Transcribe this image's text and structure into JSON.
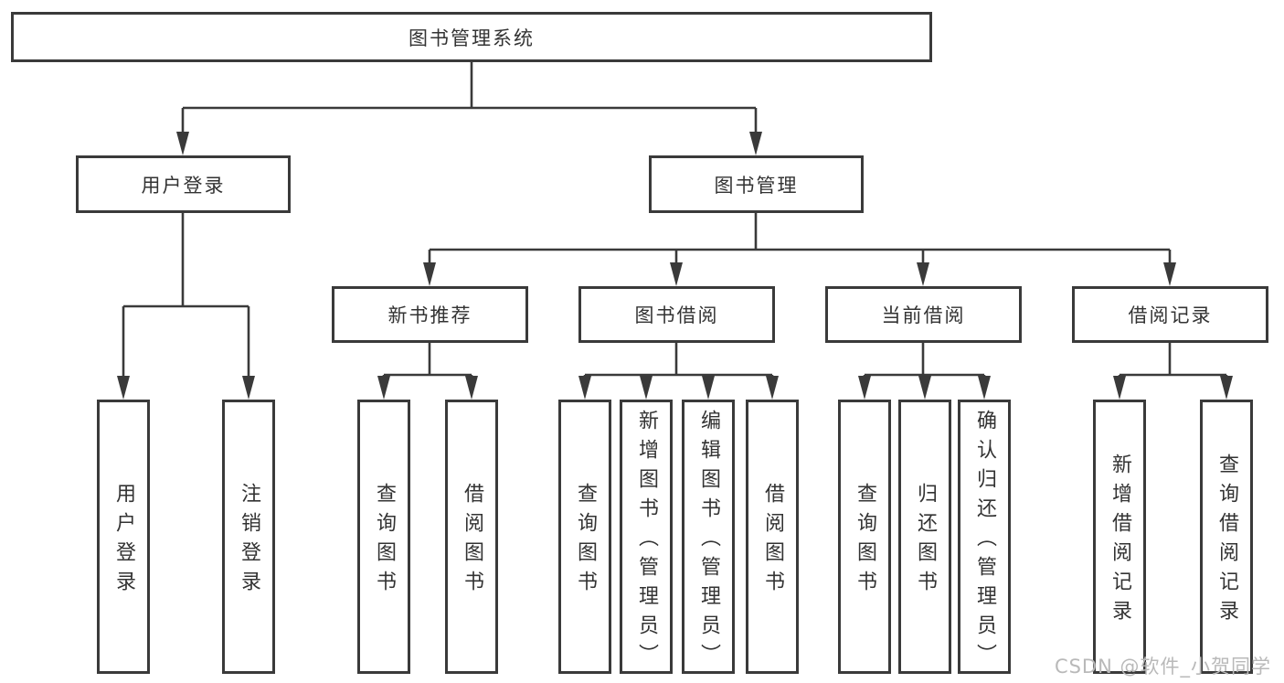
{
  "colors": {
    "line": "#3a3a3a",
    "text": "#333333",
    "background": "#ffffff",
    "watermark": "#b9b9b9"
  },
  "diagram": {
    "type": "hierarchy-tree",
    "root": {
      "label": "图书管理系统"
    },
    "level2": [
      {
        "label": "用户登录"
      },
      {
        "label": "图书管理"
      }
    ],
    "level3": [
      {
        "label": "新书推荐",
        "parent": "图书管理"
      },
      {
        "label": "图书借阅",
        "parent": "图书管理"
      },
      {
        "label": "当前借阅",
        "parent": "图书管理"
      },
      {
        "label": "借阅记录",
        "parent": "图书管理"
      }
    ],
    "leaf_groups": [
      {
        "parent": "用户登录",
        "items": [
          {
            "label": "用户登录"
          },
          {
            "label": "注销登录"
          }
        ]
      },
      {
        "parent": "新书推荐",
        "items": [
          {
            "label": "查询图书"
          },
          {
            "label": "借阅图书"
          }
        ]
      },
      {
        "parent": "图书借阅",
        "items": [
          {
            "label": "查询图书"
          },
          {
            "label": "新增图书（管理员）"
          },
          {
            "label": "编辑图书（管理员）"
          },
          {
            "label": "借阅图书"
          }
        ]
      },
      {
        "parent": "当前借阅",
        "items": [
          {
            "label": "查询图书"
          },
          {
            "label": "归还图书"
          },
          {
            "label": "确认归还（管理员）"
          }
        ]
      },
      {
        "parent": "借阅记录",
        "items": [
          {
            "label": "新增借阅记录"
          },
          {
            "label": "查询借阅记录"
          }
        ]
      }
    ]
  },
  "watermark": {
    "text": "CSDN @软件_小贺同学"
  }
}
